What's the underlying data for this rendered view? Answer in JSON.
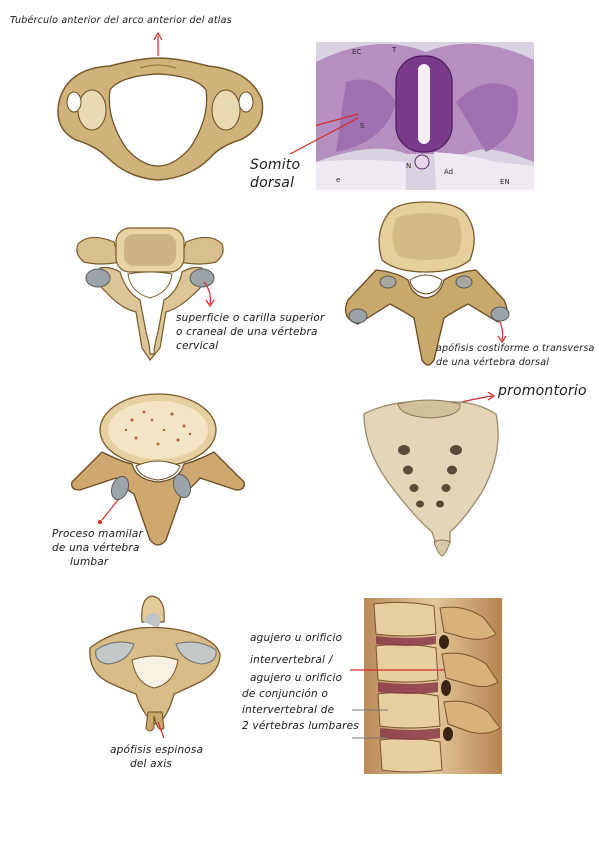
{
  "annotations": {
    "atlas": "Tubérculo anterior del arco anterior del atlas",
    "somite_1": "Somito",
    "somite_2": "dorsal",
    "cervical_1": "superficie o carilla superior",
    "cervical_2": "o craneal de una vértebra",
    "cervical_3": "cervical",
    "dorsal_1": "apófisis costiforme o transversa",
    "dorsal_2": "de una vértebra dorsal",
    "sacrum": "promontorio",
    "lumbar_1": "Proceso mamilar",
    "lumbar_2": "de una vértebra",
    "lumbar_3": "lumbar",
    "axis_1": "apófisis espinosa",
    "axis_2": "del axis",
    "foramen_1": "agujero u orificio",
    "foramen_2": "intervertebral /",
    "foramen_3": "agujero u orificio",
    "foramen_4": "de conjunción o",
    "foramen_5": "intervertebral de",
    "foramen_6": "2 vértebras lumbares"
  },
  "micrograph_labels": {
    "ec": "EC",
    "t": "T",
    "s": "S",
    "n": "N",
    "ad": "Ad",
    "en": "EN",
    "e": "e"
  },
  "colors": {
    "bone": "#d8c08c",
    "bone_dark": "#8a6a3a",
    "annotation_line": "#d42a2a",
    "tissue": "#8a4a9a"
  }
}
